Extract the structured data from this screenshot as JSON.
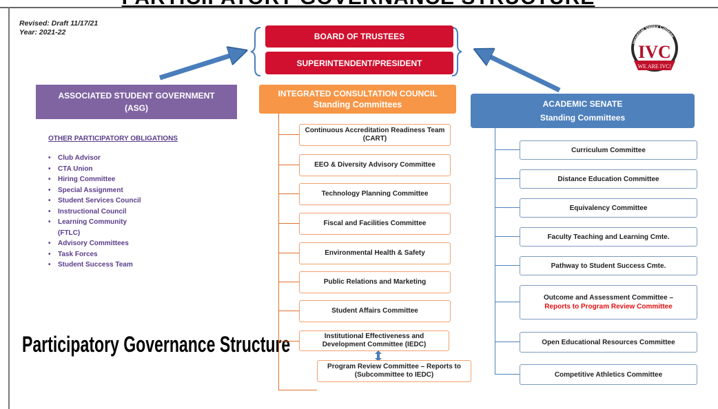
{
  "header": {
    "title": "PARTICIPATORY GOVERNANCE STRUCTURE",
    "revised": "Revised: Draft 11/17/21",
    "year": "Year: 2021-22"
  },
  "logo": {
    "arc_text": "Imperial Valley College",
    "initials": "IVC",
    "banner": "WE ARE IVC!"
  },
  "top": {
    "board": "BOARD OF TRUSTEES",
    "superintendent": "SUPERINTENDENT/PRESIDENT"
  },
  "asg": {
    "title_line1": "ASSOCIATED STUDENT GOVERNMENT",
    "title_line2": "(ASG)",
    "list_title": "OTHER PARTICIPATORY OBLIGATIONS",
    "items": [
      "Club Advisor",
      "CTA Union",
      "Hiring Committee",
      "Special Assignment",
      "Student Services Council",
      "Instructional Council",
      "Learning Community\n(FTLC)",
      "Advisory Committees",
      "Task Forces",
      "Student Success Team"
    ]
  },
  "icc": {
    "title_line1": "INTEGRATED CONSULTATION COUNCIL",
    "title_line2": "Standing Committees",
    "items": [
      "Continuous Accreditation Readiness Team (CART)",
      "EEO & Diversity Advisory Committee",
      "Technology Planning Committee",
      "Fiscal and Facilities Committee",
      "Environmental Health & Safety",
      "Public Relations and Marketing",
      "Student Affairs Committee",
      "Institutional Effectiveness and Development Committee  (IEDC)"
    ],
    "sub_item_line1": "Program Review Committee – Reports to",
    "sub_item_line2": "(Subcommittee to IEDC)"
  },
  "senate": {
    "title_line1": "ACADEMIC SENATE",
    "title_line2": "Standing Committees",
    "items": [
      "Curriculum Committee",
      "Distance Education Committee",
      "Equivalency Committee",
      "Faculty Teaching and Learning Cmte.",
      "Pathway to Student Success Cmte."
    ],
    "outcome_line1": "Outcome and Assessment Committee –",
    "outcome_line2": "Reports to Program Review Committee",
    "items_after": [
      "Open Educational Resources Committee",
      "Competitive Athletics Committee"
    ]
  },
  "footer_title": "Participatory Governance Structure",
  "colors": {
    "red": "#d0102e",
    "asg_purple": "#8064a2",
    "icc_orange": "#f79646",
    "senate_blue": "#4f81bd",
    "arrow_blue": "#4a7ebb",
    "list_purple": "#5a3d8a",
    "highlight_red": "#e01010"
  }
}
